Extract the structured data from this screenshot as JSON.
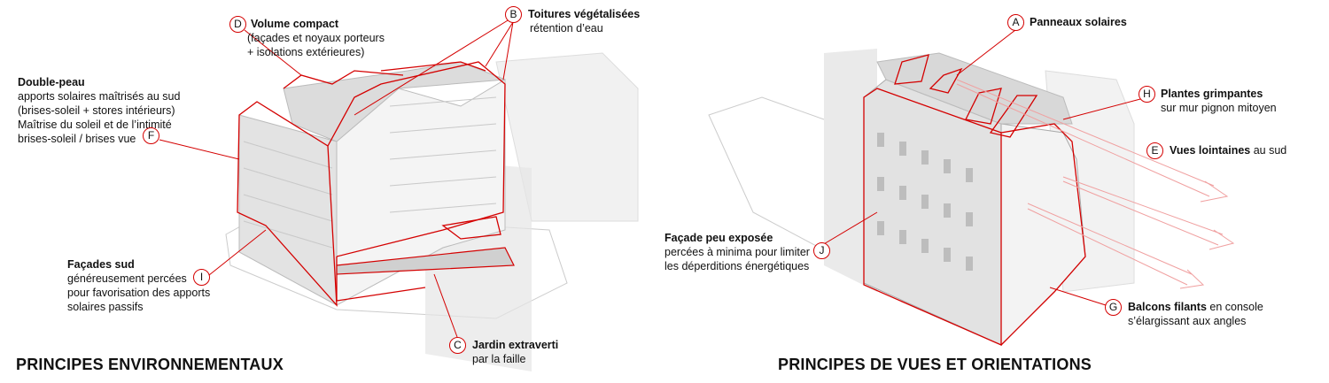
{
  "colors": {
    "accent": "#d40000",
    "building_light": "#eeeeee",
    "building_mid": "#d8d8d8",
    "building_dark": "#bdbdbd"
  },
  "left_panel": {
    "title": "PRINCIPES ENVIRONNEMENTAUX",
    "annotations": [
      {
        "key": "D",
        "title": "Volume compact",
        "lines": [
          "(façades et noyaux porteurs",
          "+ isolations extérieures)"
        ]
      },
      {
        "key": "B",
        "title": "Toitures végétalisées",
        "lines": [
          "rétention d’eau"
        ]
      },
      {
        "key": "F",
        "title": "Double-peau",
        "lines": [
          "apports solaires maîtrisés au sud",
          "(brises-soleil + stores intérieurs)",
          "Maîtrise du soleil et de l’intimité",
          "brises-soleil / brises vue"
        ]
      },
      {
        "key": "I",
        "title": "Façades sud",
        "lines": [
          "généreusement percées",
          "pour favorisation des apports",
          "solaires passifs"
        ]
      },
      {
        "key": "C",
        "title": "Jardin extraverti",
        "lines": [
          "par la faille"
        ]
      }
    ]
  },
  "right_panel": {
    "title": "PRINCIPES DE VUES ET ORIENTATIONS",
    "annotations": [
      {
        "key": "A",
        "title": "Panneaux solaires",
        "lines": []
      },
      {
        "key": "H",
        "title": "Plantes grimpantes",
        "lines": [
          "sur mur pignon mitoyen"
        ]
      },
      {
        "key": "E",
        "title": "Vues lointaines",
        "suffix": " au sud",
        "lines": []
      },
      {
        "key": "J",
        "title": "Façade peu exposée",
        "lines": [
          "percées à minima pour limiter",
          "les déperditions énergétiques"
        ]
      },
      {
        "key": "G",
        "title": "Balcons filants",
        "suffix": " en console",
        "lines": [
          "s’élargissant aux angles"
        ]
      }
    ]
  }
}
